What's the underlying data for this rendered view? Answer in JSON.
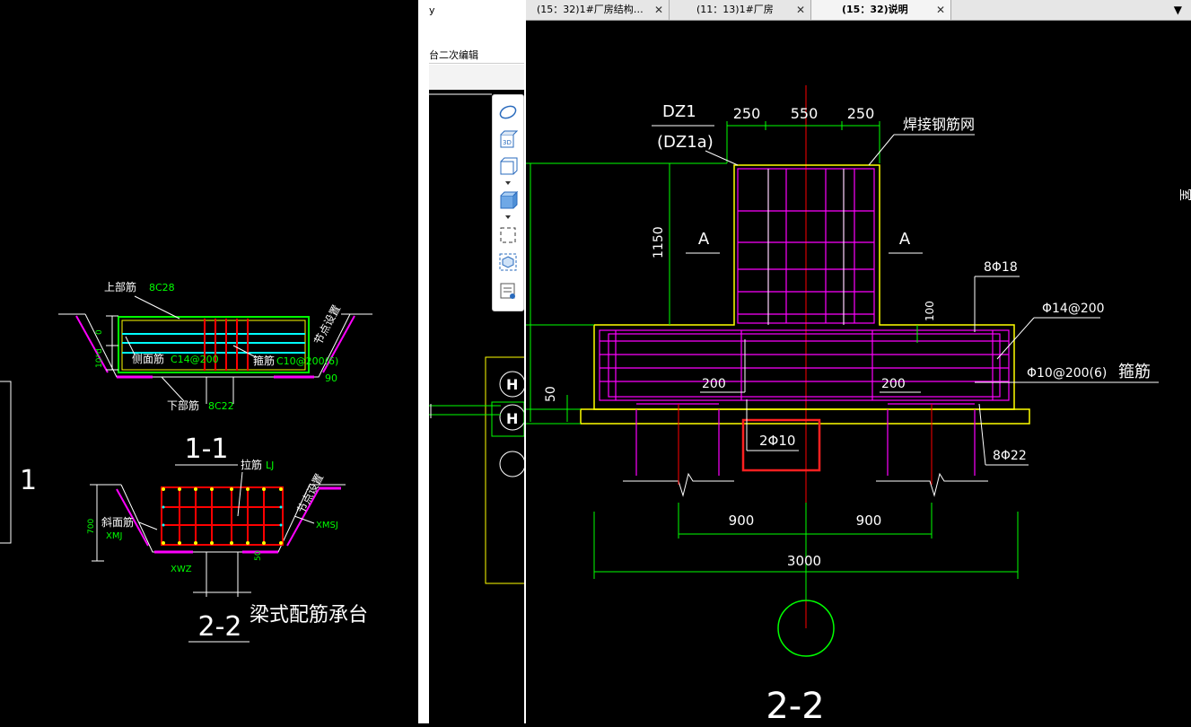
{
  "left_drawing": {
    "section_1_1": {
      "top_bar_label": "上部筋",
      "top_bar_value": "8C28",
      "side_bar_label": "侧面筋",
      "side_bar_value": "C14@200",
      "stirrup_label": "箍筋",
      "stirrup_value": "C10@200(6)",
      "bottom_bar_label": "下部筋",
      "bottom_bar_value": "8C22",
      "node_note": "节点设置",
      "angle": "90",
      "dim_left_a": "0",
      "dim_left_b": "10*d",
      "title": "1-1"
    },
    "section_2_2": {
      "tie_label": "拉筋",
      "tie_value": "LJ",
      "node_note": "节点设置",
      "slant_label": "斜面筋",
      "slant_value": "XMJ",
      "right_code": "XMSJ",
      "bottom_code": "XWZ",
      "dim_700": "700",
      "dim_50": "50",
      "title": "2-2",
      "caption": "梁式配筋承台"
    },
    "edge_number": "1"
  },
  "mid_panel": {
    "toolbar_fragment_1": "y",
    "toolbar_fragment_2": "台二次编辑",
    "marker_h1": "H",
    "marker_h2": "H",
    "view_tools": [
      "ellipse-tool-icon",
      "view-3d-icon",
      "box-view-icon",
      "cube-view-icon",
      "dashed-frame-icon",
      "focus-cube-icon",
      "properties-list-icon"
    ]
  },
  "tabs": [
    {
      "label": "(15：32)1#厂房结构…",
      "active": false
    },
    {
      "label": "(11：13)1#厂房",
      "active": false
    },
    {
      "label": "(15：32)说明",
      "active": true
    }
  ],
  "right_drawing": {
    "col_label": "DZ1",
    "col_label_alt": "(DZ1a)",
    "dim_250_left": "250",
    "dim_550": "550",
    "dim_250_right": "250",
    "mesh_note": "焊接钢筋网",
    "dim_1150": "1150",
    "section_a_left": "A",
    "section_a_right": "A",
    "bar_8phi18": "8Φ18",
    "dim_100": "100",
    "bar_phi14": "Φ14@200",
    "bar_phi10": "Φ10@200(6)",
    "stirrup_word": "箍筋",
    "dim_200_left": "200",
    "dim_200_right": "200",
    "dim_50": "50",
    "highlight_bar": "2Φ10",
    "bar_8phi22": "8Φ22",
    "dim_900_left": "900",
    "dim_900_right": "900",
    "dim_3000": "3000",
    "section_title": "2-2",
    "edge_glyph": "室"
  },
  "colors": {
    "cad_bg": "#000000",
    "green": "#00ff00",
    "magenta": "#ff00ff",
    "yellow": "#ffff00",
    "red": "#ff0000",
    "cyan": "#00ffff",
    "white": "#ffffff",
    "highlight": "#ff2020"
  }
}
